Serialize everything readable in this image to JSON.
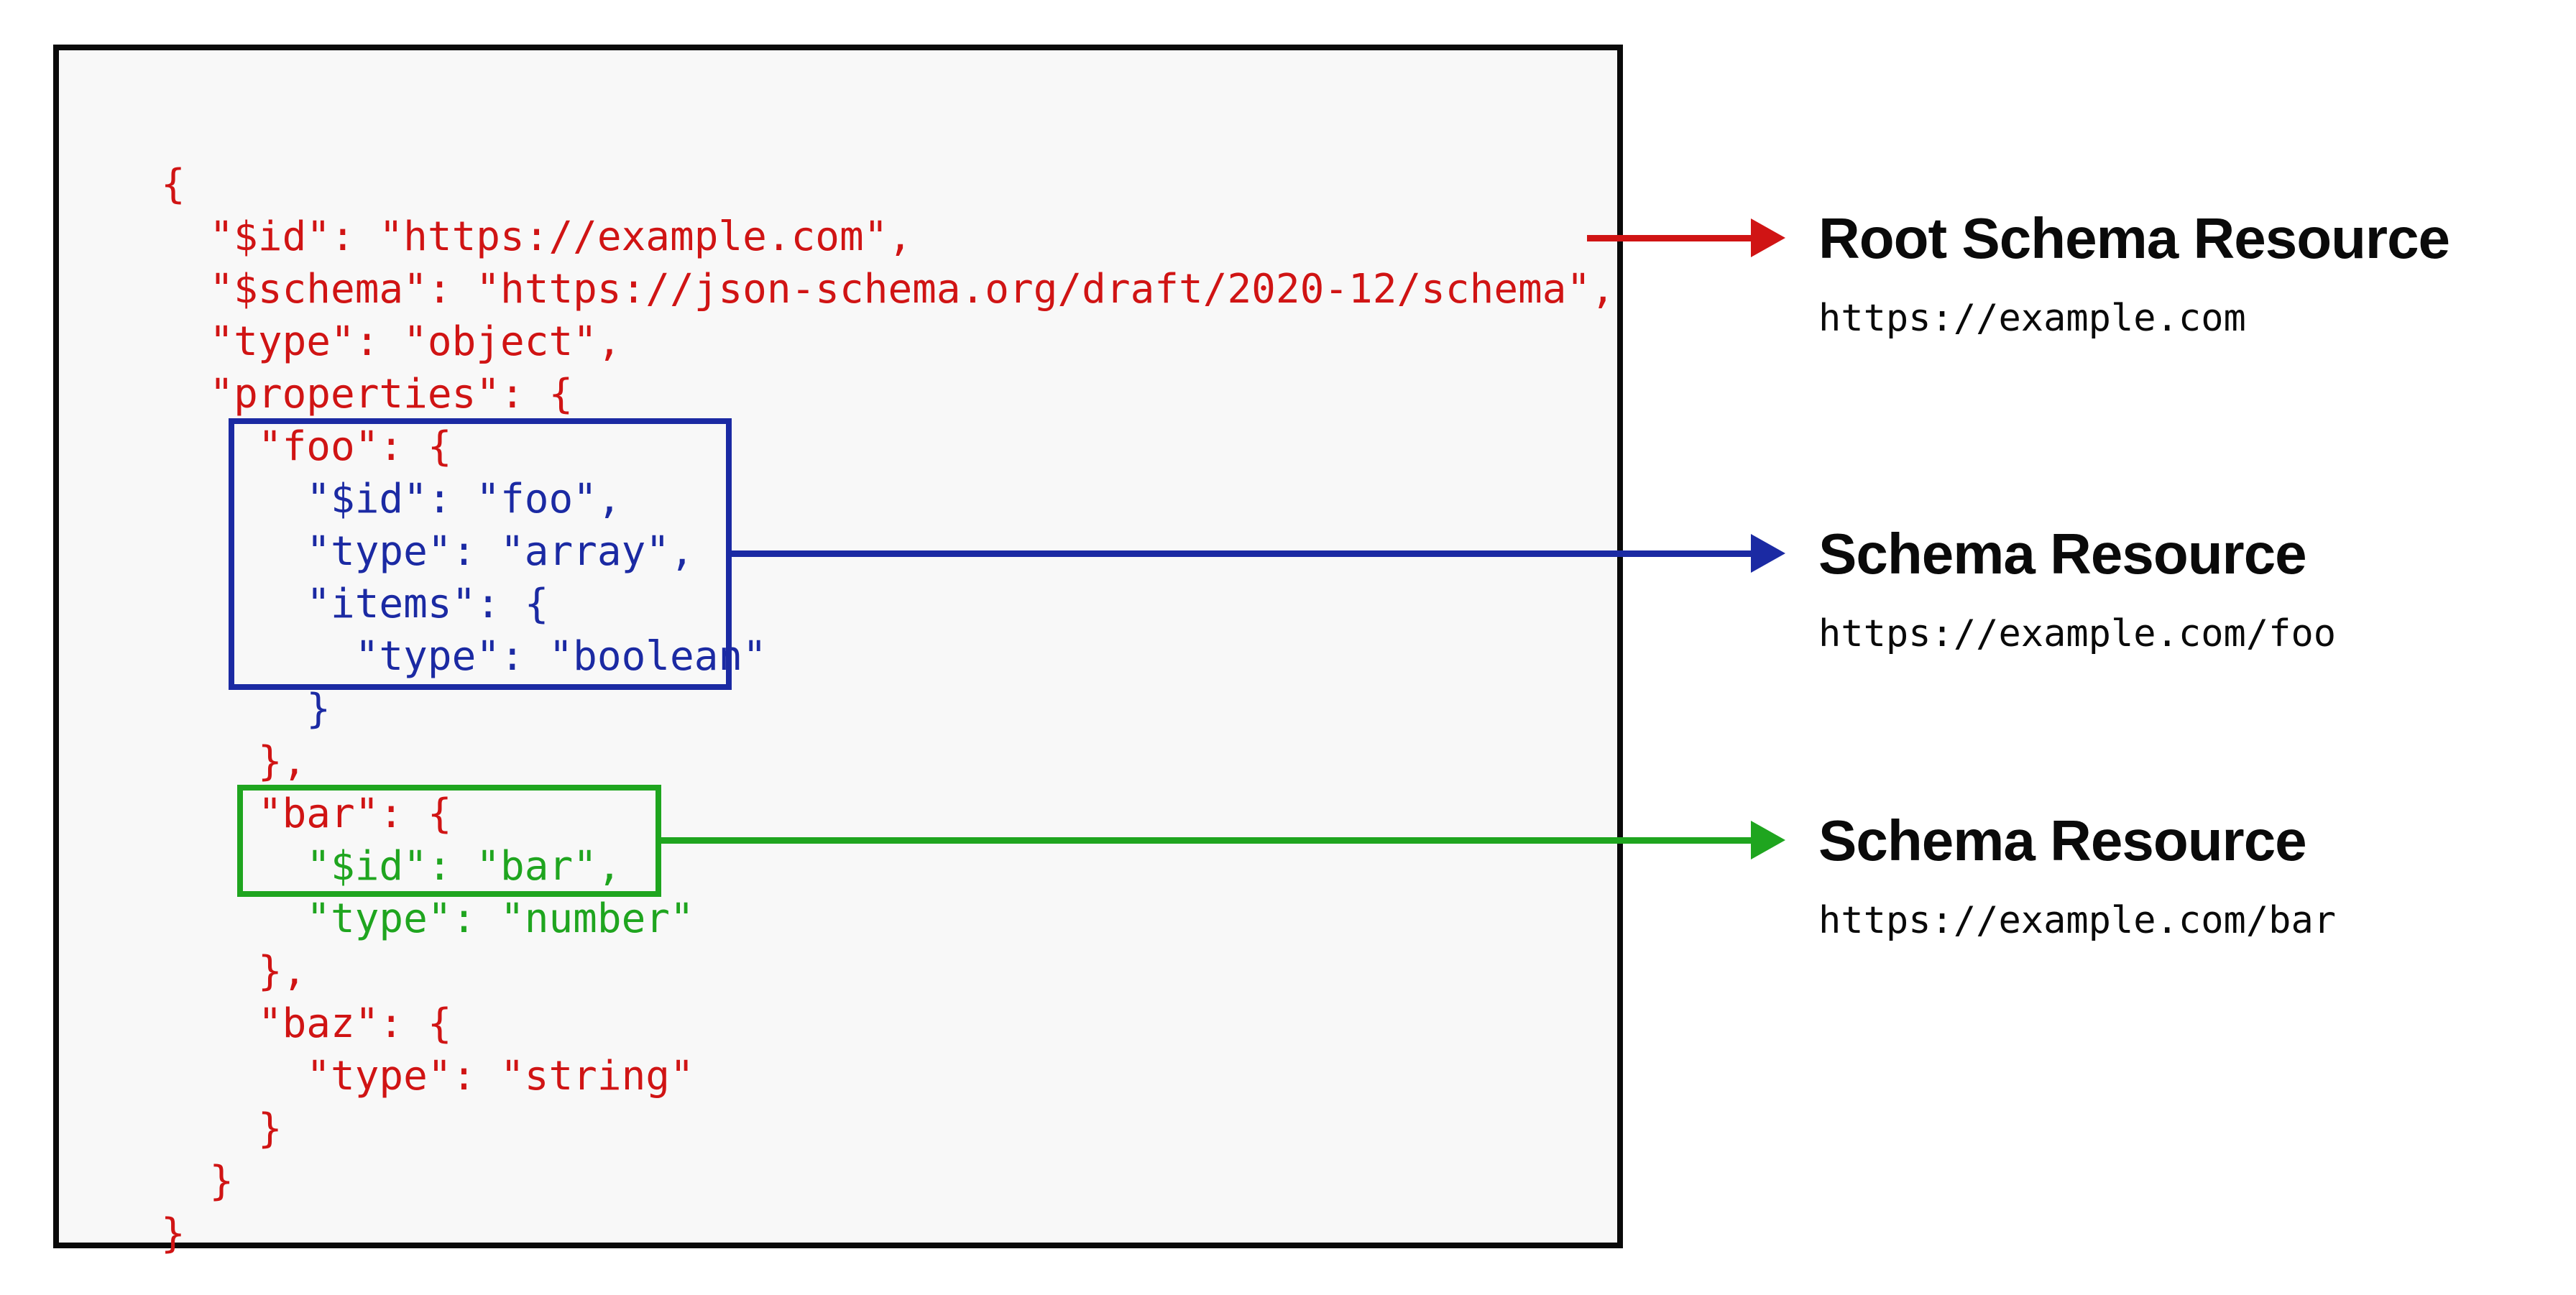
{
  "colors": {
    "red": "#d01414",
    "blue": "#1b2aa3",
    "green": "#1fa51f",
    "text_black": "#0a0a0a",
    "panel_background": "#f8f8f8",
    "panel_border": "#0a0a0a"
  },
  "code": {
    "lines": [
      {
        "text": "{",
        "color": "red"
      },
      {
        "text": "  \"$id\": \"https://example.com\",",
        "color": "red"
      },
      {
        "text": "  \"$schema\": \"https://json-schema.org/draft/2020-12/schema\",",
        "color": "red"
      },
      {
        "text": "  \"type\": \"object\",",
        "color": "red"
      },
      {
        "text": "  \"properties\": {",
        "color": "red"
      },
      {
        "text": "    \"foo\": {",
        "color": "red"
      },
      {
        "text": "      \"$id\": \"foo\",",
        "color": "blue"
      },
      {
        "text": "      \"type\": \"array\",",
        "color": "blue"
      },
      {
        "text": "      \"items\": {",
        "color": "blue"
      },
      {
        "text": "        \"type\": \"boolean\"",
        "color": "blue"
      },
      {
        "text": "      }",
        "color": "blue"
      },
      {
        "text": "    },",
        "color": "red"
      },
      {
        "text": "    \"bar\": {",
        "color": "red"
      },
      {
        "text": "      \"$id\": \"bar\",",
        "color": "green"
      },
      {
        "text": "      \"type\": \"number\"",
        "color": "green"
      },
      {
        "text": "    },",
        "color": "red"
      },
      {
        "text": "    \"baz\": {",
        "color": "red"
      },
      {
        "text": "      \"type\": \"string\"",
        "color": "red"
      },
      {
        "text": "    }",
        "color": "red"
      },
      {
        "text": "  }",
        "color": "red"
      },
      {
        "text": "}",
        "color": "red"
      }
    ]
  },
  "annotations": [
    {
      "title": "Root Schema Resource",
      "url": "https://example.com",
      "color": "red"
    },
    {
      "title": "Schema Resource",
      "url": "https://example.com/foo",
      "color": "blue"
    },
    {
      "title": "Schema Resource",
      "url": "https://example.com/bar",
      "color": "green"
    }
  ]
}
